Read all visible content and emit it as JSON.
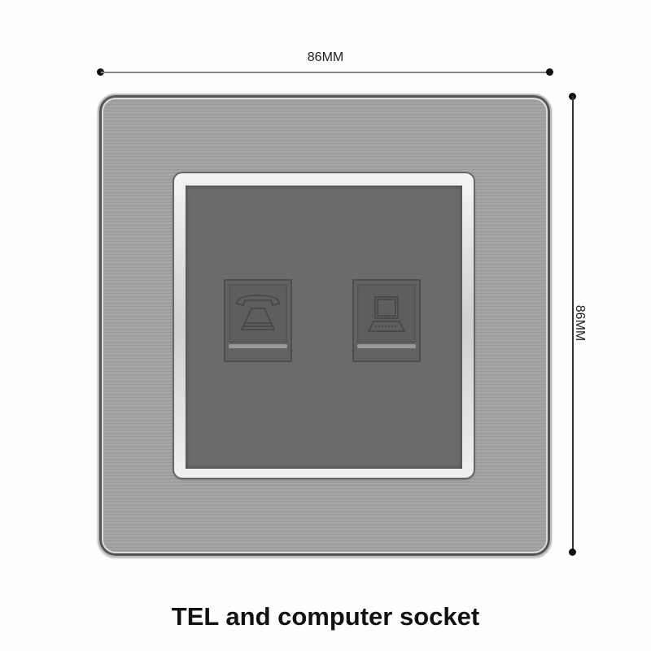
{
  "dimensions": {
    "width_label": "86MM",
    "height_label": "86MM"
  },
  "product": {
    "ports": [
      {
        "icon": "telephone-icon"
      },
      {
        "icon": "computer-icon"
      }
    ]
  },
  "caption": "TEL and computer socket"
}
